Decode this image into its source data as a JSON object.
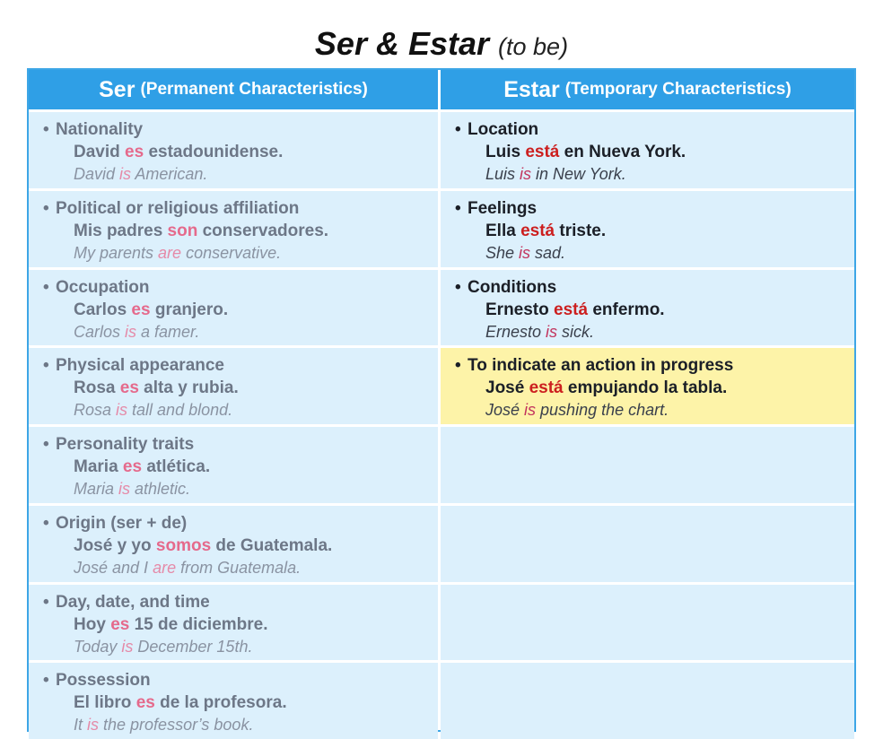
{
  "title": {
    "main": "Ser & Estar",
    "paren": "(to be)"
  },
  "header": {
    "ser": {
      "main": "Ser",
      "sub": "(Permanent Characteristics)"
    },
    "estar": {
      "main": "Estar",
      "sub": "(Temporary Characteristics)"
    }
  },
  "ser_rows": [
    {
      "category": "Nationality",
      "es": [
        "David ",
        "es",
        " estadounidense."
      ],
      "en": [
        "David ",
        "is",
        " American."
      ]
    },
    {
      "category": "Political or religious affiliation",
      "es": [
        "Mis padres ",
        "son",
        " conservadores."
      ],
      "en": [
        "My parents ",
        "are",
        " conservative."
      ]
    },
    {
      "category": "Occupation",
      "es": [
        "Carlos ",
        "es",
        " granjero."
      ],
      "en": [
        "Carlos ",
        "is",
        " a famer."
      ]
    },
    {
      "category": "Physical appearance",
      "es": [
        "Rosa ",
        "es",
        " alta y rubia."
      ],
      "en": [
        "Rosa ",
        "is",
        " tall and blond."
      ]
    },
    {
      "category": "Personality traits",
      "es": [
        "Maria ",
        "es",
        " atlética."
      ],
      "en": [
        "Maria ",
        "is",
        " athletic."
      ]
    },
    {
      "category": "Origin (ser + de)",
      "es": [
        "José y yo ",
        "somos",
        " de Guatemala."
      ],
      "en": [
        "José and I ",
        "are",
        " from Guatemala."
      ]
    },
    {
      "category": "Day, date, and time",
      "es": [
        "Hoy ",
        "es",
        " 15 de diciembre."
      ],
      "en": [
        "Today ",
        "is",
        " December 15th."
      ]
    },
    {
      "category": "Possession",
      "es": [
        "El libro ",
        "es",
        " de la profesora."
      ],
      "en": [
        "It ",
        "is",
        " the professor’s book."
      ]
    }
  ],
  "estar_rows": [
    {
      "category": "Location",
      "es": [
        "Luis ",
        "está",
        " en Nueva York."
      ],
      "en": [
        "Luis ",
        "is",
        " in New York."
      ]
    },
    {
      "category": "Feelings",
      "es": [
        "Ella ",
        "está",
        " triste."
      ],
      "en": [
        "She ",
        "is",
        " sad."
      ]
    },
    {
      "category": "Conditions",
      "es": [
        "Ernesto ",
        "está",
        " enfermo."
      ],
      "en": [
        "Ernesto ",
        "is",
        " sick."
      ]
    },
    {
      "category": "To indicate an action in progress",
      "es": [
        "José ",
        "está",
        " empujando la tabla."
      ],
      "en": [
        "José ",
        "is",
        " pushing the chart."
      ],
      "highlighted": true
    }
  ],
  "colors": {
    "header_bg": "#2f9fe6",
    "cell_bg": "#dcf0fc",
    "highlight_bg": "#fdf3a8",
    "ser_verb": "#e56a8c",
    "estar_verb": "#cc1f1f"
  }
}
